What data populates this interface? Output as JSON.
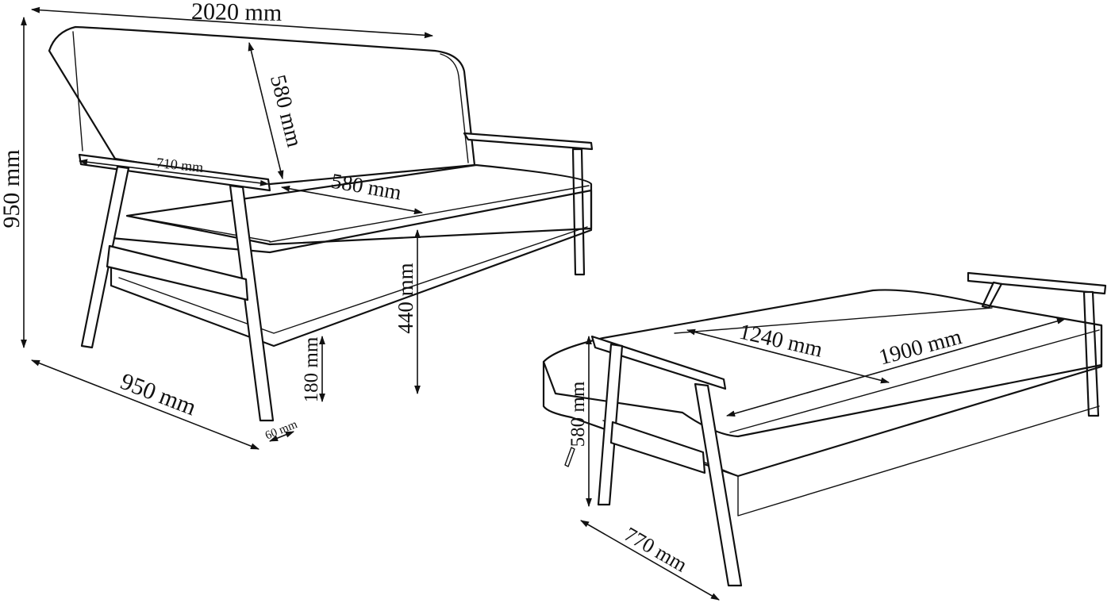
{
  "colors": {
    "stroke": "#111111",
    "background": "#ffffff"
  },
  "dimensions": {
    "sofa_width": "2020 mm",
    "sofa_height": "950 mm",
    "backrest_height": "580 mm",
    "armrest_length": "710 mm",
    "seat_depth": "580 mm",
    "seat_height": "440 mm",
    "leg_height": "180 mm",
    "leg_width": "60 mm",
    "sofa_depth": "950 mm",
    "bed_width": "1240 mm",
    "bed_length": "1900 mm",
    "bed_height": "580 mm",
    "bed_depth": "770 mm"
  }
}
